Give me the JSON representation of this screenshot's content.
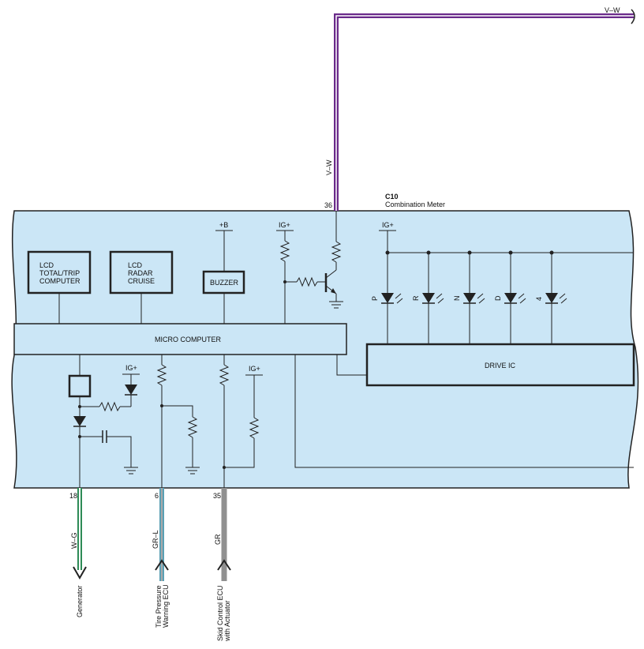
{
  "top_wire": {
    "color_code": "V–W",
    "vertical_label": "V–W",
    "pin": "36"
  },
  "connector": {
    "id": "C10",
    "name": "Combination Meter"
  },
  "blocks": {
    "lcd_trip": [
      "LCD",
      "TOTAL/TRIP",
      "COMPUTER"
    ],
    "lcd_radar": [
      "LCD",
      "RADAR",
      "CRUISE"
    ],
    "buzzer": "BUZZER",
    "micro_computer": "MICRO COMPUTER",
    "drive_ic": "DRIVE IC"
  },
  "supply_labels": {
    "plus_b": "+B",
    "ig_transistor": "IG+",
    "ig_leds": "IG+",
    "ig_lower_left": "IG+",
    "ig_lower_right": "IG+"
  },
  "indicator_leds": [
    "P",
    "R",
    "N",
    "D",
    "4"
  ],
  "bottom_wires": [
    {
      "pin": "18",
      "color_code": "W–G",
      "destination": [
        "Generator"
      ],
      "direction": "out",
      "color": "#2e8b57"
    },
    {
      "pin": "6",
      "color_code": "GR–L",
      "destination": [
        "Tire Pressure",
        "Warning ECU"
      ],
      "direction": "in",
      "color": "#5aa0b4"
    },
    {
      "pin": "35",
      "color_code": "GR",
      "destination": [
        "Skid Control ECU",
        "with Actuator"
      ],
      "direction": "in",
      "color": "#909090"
    }
  ],
  "colors": {
    "meter_fill": "#cbe6f6",
    "wire_violet": "#6a2a8a",
    "line": "#222222"
  }
}
